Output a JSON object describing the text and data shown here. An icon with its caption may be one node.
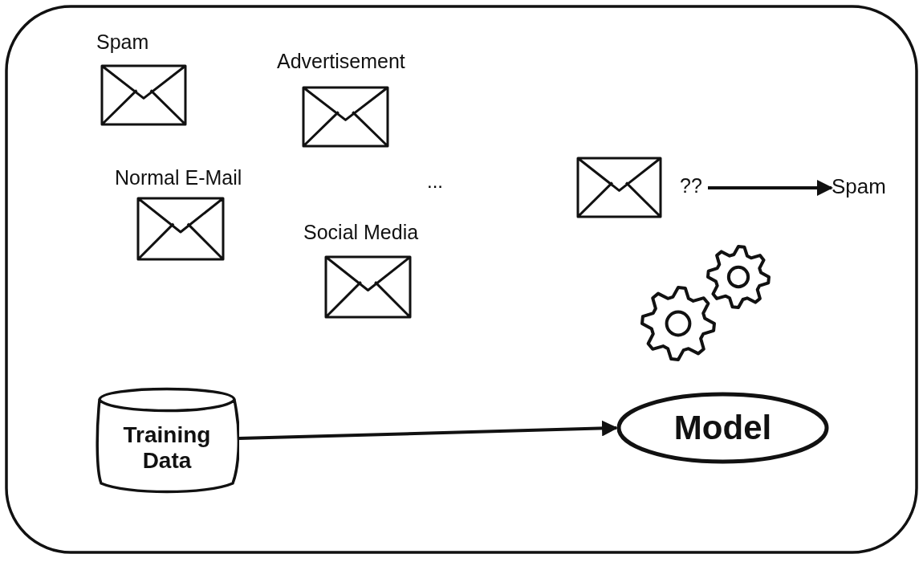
{
  "diagram": {
    "nodes": [
      {
        "text": [
          "Spam"
        ]
      },
      {
        "text": [
          "Advertisement"
        ]
      },
      {
        "text": [
          "Normal E-Mail"
        ]
      },
      {
        "text": [
          "Social Media"
        ]
      },
      {
        "text": [
          "??"
        ]
      },
      {
        "text": [
          "Spam"
        ]
      },
      {
        "text": [
          "Training Data"
        ]
      },
      {
        "text": [
          "Model"
        ]
      }
    ],
    "edges": [
      {
        "from": 4,
        "to": 5,
        "arrow": "to"
      },
      {
        "from": 6,
        "to": 7,
        "arrow": "to"
      }
    ],
    "labels": [
      "..."
    ]
  }
}
